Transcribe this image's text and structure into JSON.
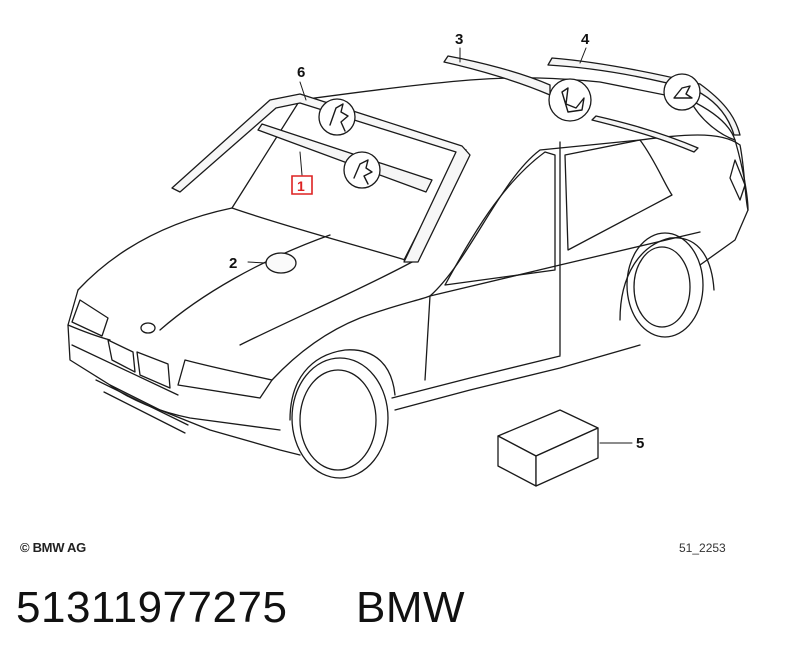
{
  "callouts": [
    "1",
    "2",
    "3",
    "4",
    "5",
    "6"
  ],
  "highlighted_callout": "1",
  "footer": {
    "copyright": "© BMW AG",
    "drawing_id": "51_2253"
  },
  "caption": {
    "part_number": "51311977275",
    "brand": "BMW"
  }
}
